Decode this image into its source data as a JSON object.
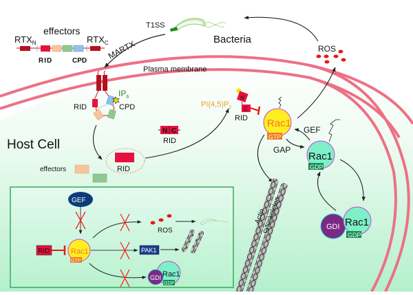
{
  "colors": {
    "membrane": "#ee7085",
    "rid_red": "#e8103f",
    "rtx_dark": "#b5111f",
    "effector_orange": "#f8c59a",
    "effector_green": "#8fc98f",
    "cpd_blue": "#8ec3f0",
    "rac1_gtp": "#ffee22",
    "gtp_tag": "#f07a20",
    "rac1_gdp": "#7ef0c8",
    "gdp_tag": "#1a8a55",
    "gdi_purple": "#7a2a85",
    "gef_navy": "#0c3d7a",
    "pak1_blue": "#1a3d8a",
    "ros_red": "#e81818",
    "inhibit_x": "#ff2020",
    "pip2_orange": "#f0a020",
    "ip6_green": "#2a8a2a",
    "cell_bg": "#c8f5d8",
    "inset_border": "#3aaa5a"
  },
  "toxin": {
    "title": "effectors",
    "rtx_n": "RTX",
    "rtx_n_sub": "N",
    "rtx_c": "RTX",
    "rtx_c_sub": "C",
    "rid": "RID",
    "cpd": "CPD",
    "martx": "MARTX",
    "t1ss": "T1SS"
  },
  "bacteria_label": "Bacteria",
  "ros_label": "ROS",
  "plasma_membrane": "Plasma membrane",
  "host_cell": "Host Cell",
  "membrane_complex": {
    "rid": "RID",
    "ip": "IP",
    "ip_sub": "6",
    "cpd": "CPD"
  },
  "rid_nc": {
    "n": "N",
    "c": "C",
    "label": "RID"
  },
  "released_rid": "RID",
  "effectors_label": "effectors",
  "pip2": {
    "text": "PI(4,5)P",
    "sub": "2"
  },
  "membrane_rid": {
    "n": "N",
    "c": "C",
    "label": "RID"
  },
  "rac1_gtp": {
    "name": "Rac1",
    "tag": "GTP"
  },
  "rac1_gdp": {
    "name": "Rac1",
    "tag": "GDP"
  },
  "gef": "GEF",
  "gap": "GAP",
  "gdi": "GDI",
  "actin": [
    "Actin",
    "cytoskeleton"
  ],
  "inset": {
    "gef": "GEF",
    "rid": "RID",
    "rac1": "Rac1",
    "gtp": "GTP",
    "ros": "ROS",
    "pak1": "PAK1",
    "gdi": "GDI",
    "rac1_gdp": "Rac1",
    "gdp": "GDP"
  }
}
